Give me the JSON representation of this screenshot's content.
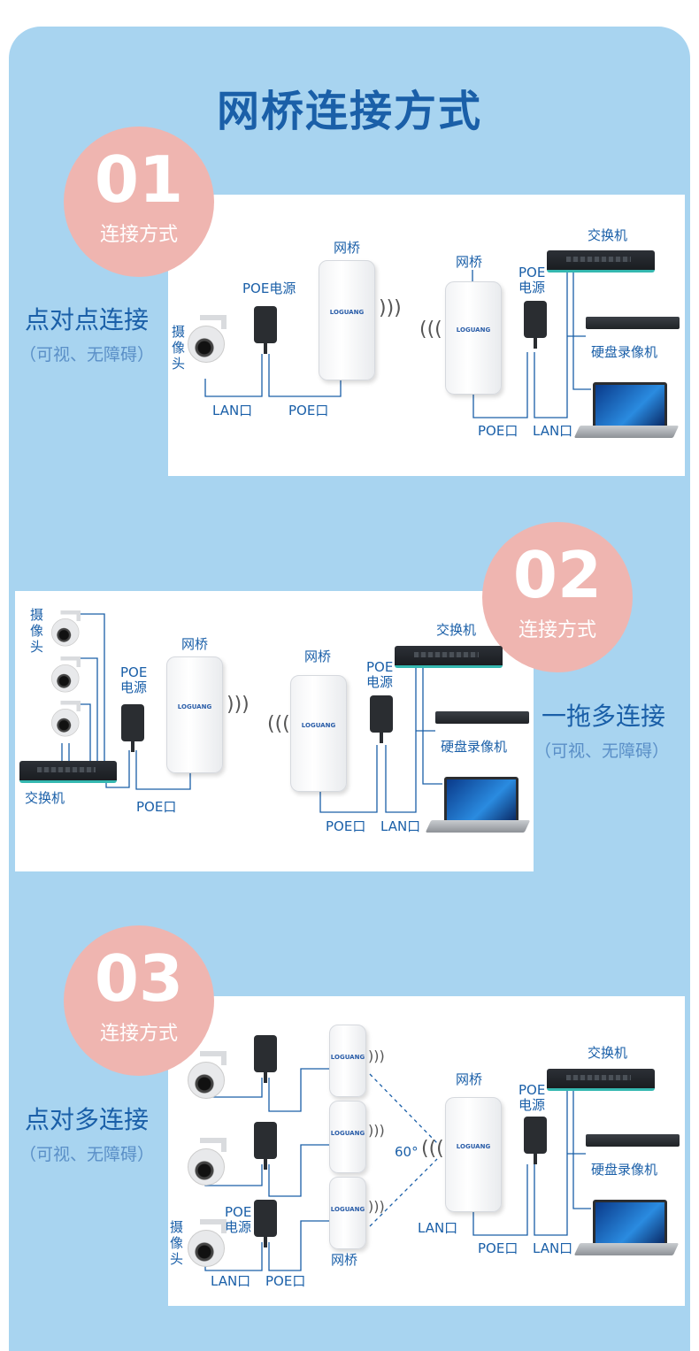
{
  "title": "网桥连接方式",
  "sections": [
    {
      "num": "01",
      "sub": "连接方式",
      "heading": "点对点连接",
      "note": "（可视、无障碍）",
      "labels": {
        "camera": "摄像头",
        "poe_power_left": "POE电源",
        "bridge_left": "网桥",
        "lan_left": "LAN口",
        "poe_left": "POE口",
        "bridge_right": "网桥",
        "poe_power_right": "POE电源",
        "switch": "交换机",
        "nvr": "硬盘录像机",
        "poe_right": "POE口",
        "lan_right": "LAN口"
      }
    },
    {
      "num": "02",
      "sub": "连接方式",
      "heading": "一拖多连接",
      "note": "（可视、无障碍）",
      "labels": {
        "camera": "摄像头",
        "poe_power_left": "POE电源",
        "bridge_left": "网桥",
        "switch_left": "交换机",
        "poe_left": "POE口",
        "bridge_right": "网桥",
        "poe_power_right": "POE电源",
        "switch": "交换机",
        "nvr": "硬盘录像机",
        "poe_right": "POE口",
        "lan_right": "LAN口"
      }
    },
    {
      "num": "03",
      "sub": "连接方式",
      "heading": "点对多连接",
      "note": "（可视、无障碍）",
      "labels": {
        "camera": "摄像头",
        "poe_power_left": "POE电源",
        "lan_left": "LAN口",
        "poe_left": "POE口",
        "bridge_left": "网桥",
        "angle": "60°",
        "bridge_right": "网桥",
        "poe_power_right": "POE电源",
        "switch": "交换机",
        "nvr": "硬盘录像机",
        "lan_mid": "LAN口",
        "poe_right": "POE口",
        "lan_right": "LAN口"
      }
    }
  ],
  "device_logo": "LOGUANG",
  "colors": {
    "background": "#a8d4f0",
    "accent": "#1a5fa8",
    "badge": "#efb5b0",
    "panel": "#ffffff"
  }
}
